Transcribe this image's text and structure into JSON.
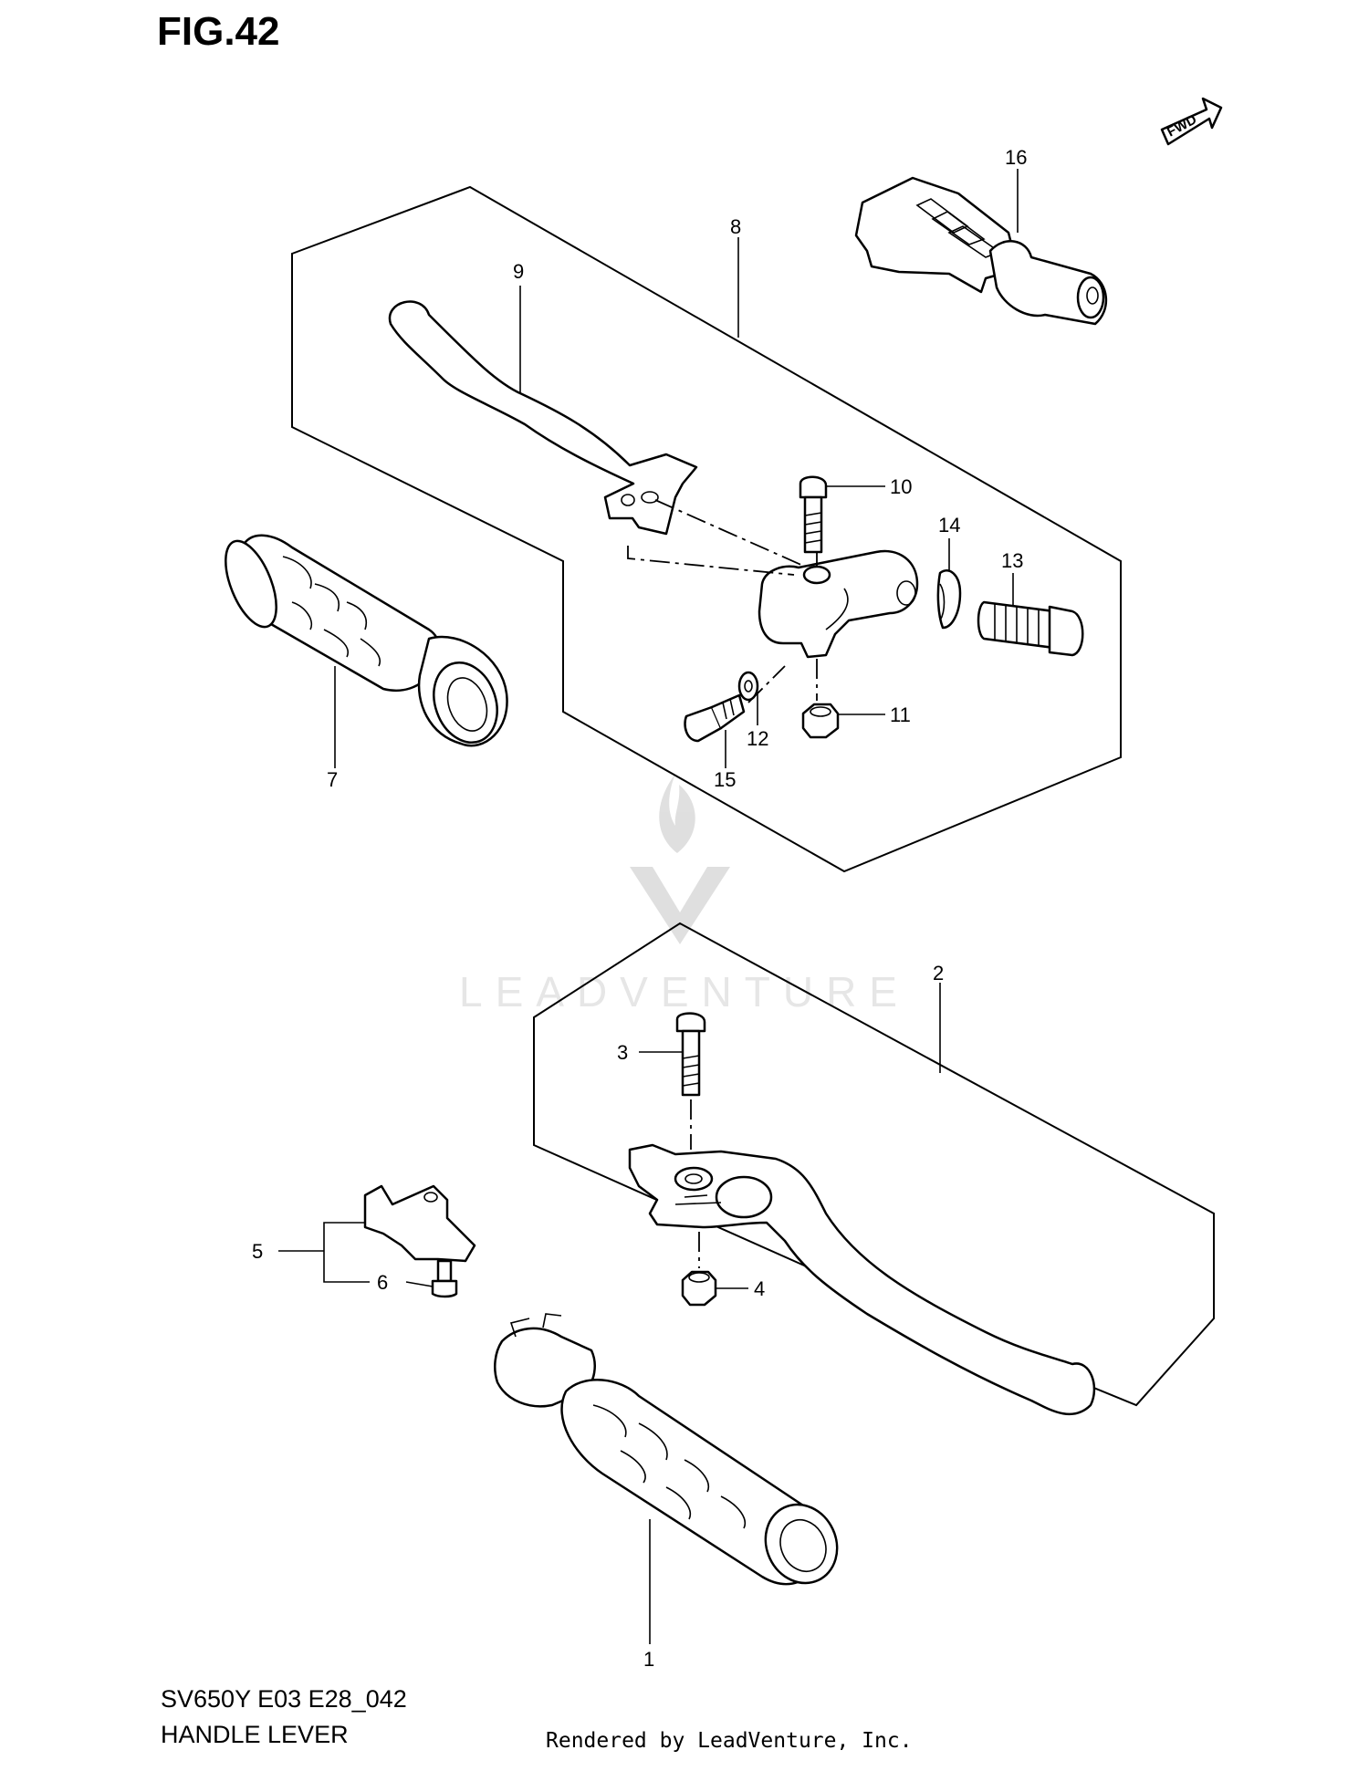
{
  "figure": {
    "title": "FIG.42"
  },
  "footer": {
    "model_code": "SV650Y E03 E28_042",
    "section_name": "HANDLE LEVER",
    "rendered_by": "Rendered by LeadVenture, Inc."
  },
  "watermark": {
    "text": "LEADVENTURE"
  },
  "direction_badge": {
    "label": "FWD"
  },
  "callouts": {
    "c1": "1",
    "c2": "2",
    "c3": "3",
    "c4": "4",
    "c5": "5",
    "c6": "6",
    "c7": "7",
    "c8": "8",
    "c9": "9",
    "c10": "10",
    "c11": "11",
    "c12": "12",
    "c13": "13",
    "c14": "14",
    "c15": "15",
    "c16": "16"
  }
}
